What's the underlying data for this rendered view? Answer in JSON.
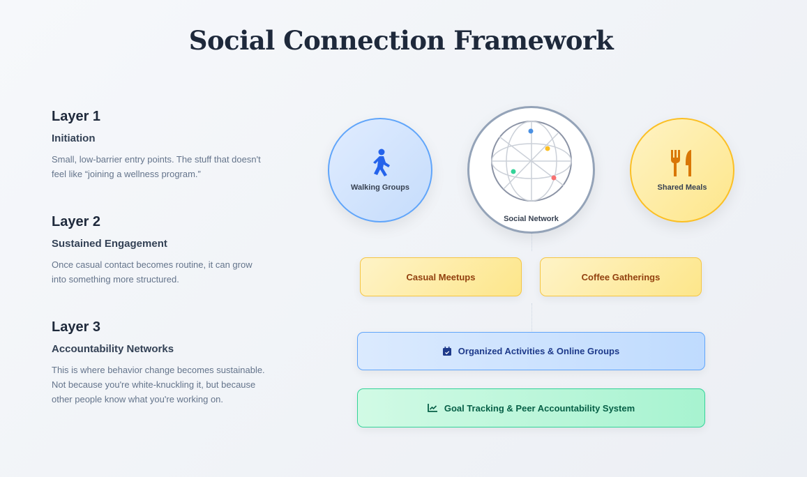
{
  "title": "Social Connection Framework",
  "layers": [
    {
      "heading": "Layer 1",
      "subtitle": "Initiation",
      "description": "Small, low-barrier entry points. The stuff that doesn't feel like “joining a wellness program.”"
    },
    {
      "heading": "Layer 2",
      "subtitle": "Sustained Engagement",
      "description": "Once casual contact becomes routine, it can grow into something more structured."
    },
    {
      "heading": "Layer 3",
      "subtitle": "Accountability Networks",
      "description": "This is where behavior change becomes sustainable. Not because you're white-knuckling it, but because other people know what you're working on."
    }
  ],
  "circles": {
    "walking": "Walking Groups",
    "social": "Social Network",
    "meals": "Shared Meals"
  },
  "boxes": {
    "casual": "Casual Meetups",
    "coffee": "Coffee Gatherings",
    "organized": "Organized Activities & Online Groups",
    "goal": "Goal Tracking & Peer Accountability System"
  },
  "colors": {
    "blue": "#2563eb",
    "amber": "#d97706",
    "green": "#10b981",
    "red": "#ef4444",
    "yellow": "#fbbf24"
  }
}
